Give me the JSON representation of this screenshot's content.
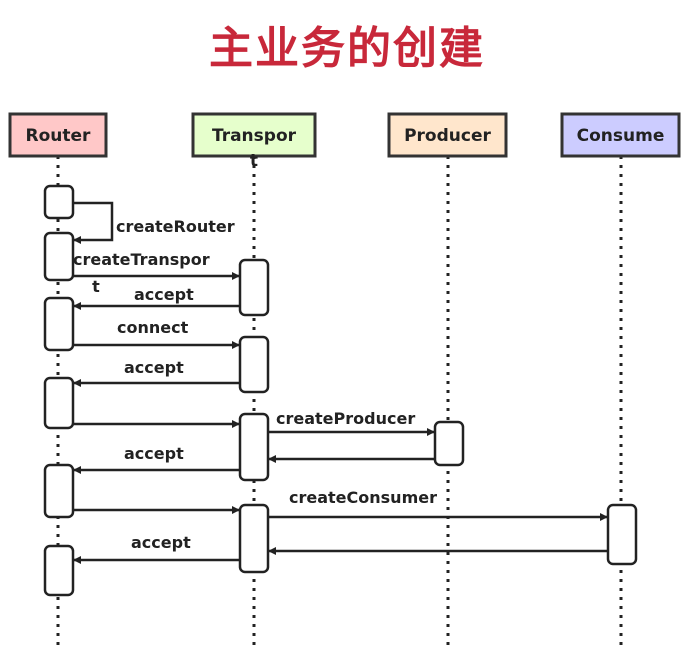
{
  "title": "主业务的创建",
  "participants": [
    {
      "name": "Router",
      "name_wrap": "",
      "fill": "#ffc8c8"
    },
    {
      "name": "Transpor",
      "name_wrap": "t",
      "fill": "#e6ffcc"
    },
    {
      "name": "Producer",
      "name_wrap": "",
      "fill": "#ffe6cc"
    },
    {
      "name": "Consume",
      "name_wrap": "",
      "fill": "#ccccff"
    }
  ],
  "messages": [
    {
      "from": "Router",
      "to": "Router",
      "label": "createRouter",
      "label_wrap": ""
    },
    {
      "from": "Router",
      "to": "Transpor",
      "label": "createTranspor",
      "label_wrap": "t"
    },
    {
      "from": "Transpor",
      "to": "Router",
      "label": "accept",
      "label_wrap": ""
    },
    {
      "from": "Router",
      "to": "Transpor",
      "label": "connect",
      "label_wrap": ""
    },
    {
      "from": "Transpor",
      "to": "Router",
      "label": "accept",
      "label_wrap": ""
    },
    {
      "from": "Router",
      "to": "Transpor",
      "label": "",
      "label_wrap": ""
    },
    {
      "from": "Transpor",
      "to": "Producer",
      "label": "createProducer",
      "label_wrap": ""
    },
    {
      "from": "Producer",
      "to": "Transpor",
      "label": "",
      "label_wrap": ""
    },
    {
      "from": "Transpor",
      "to": "Router",
      "label": "accept",
      "label_wrap": ""
    },
    {
      "from": "Router",
      "to": "Transpor",
      "label": "",
      "label_wrap": ""
    },
    {
      "from": "Transpor",
      "to": "Consume",
      "label": "createConsumer",
      "label_wrap": ""
    },
    {
      "from": "Consume",
      "to": "Transpor",
      "label": "",
      "label_wrap": ""
    },
    {
      "from": "Transpor",
      "to": "Router",
      "label": "accept",
      "label_wrap": ""
    }
  ]
}
